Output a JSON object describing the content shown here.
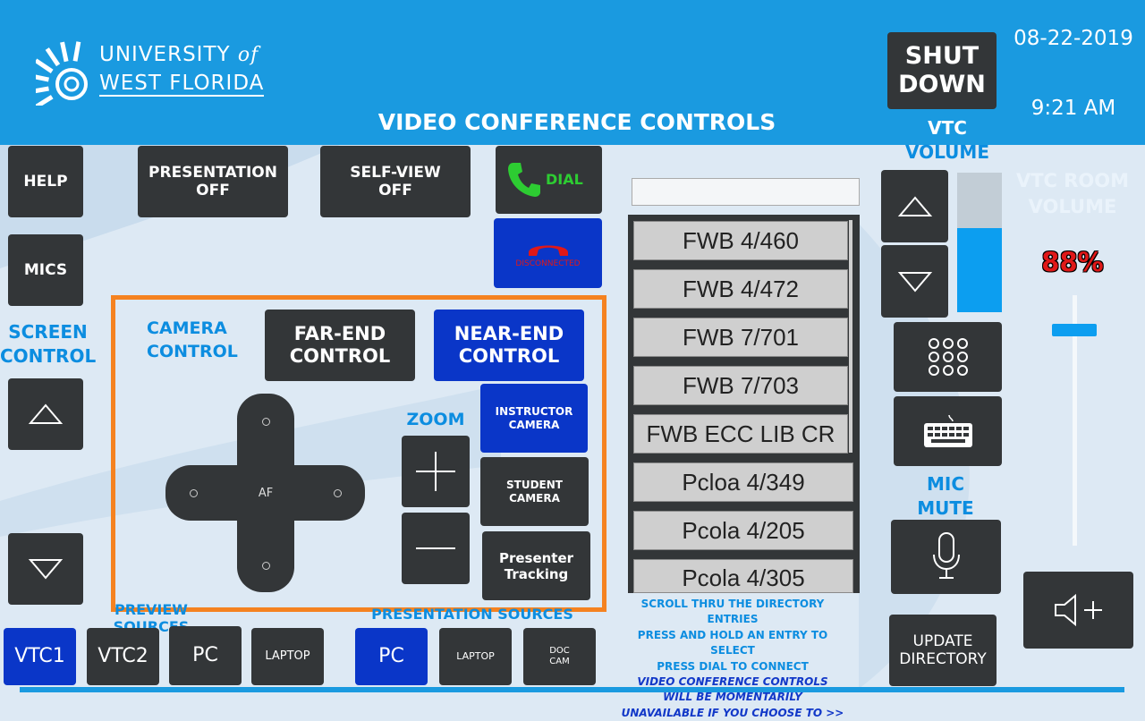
{
  "header": {
    "logo_line1": "UNIVERSITY",
    "logo_of": "of",
    "logo_line2": "WEST FLORIDA",
    "title": "VIDEO CONFERENCE CONTROLS",
    "date": "08-22-2019",
    "time": "9:21 AM",
    "shutdown_line1": "SHUT",
    "shutdown_line2": "DOWN"
  },
  "left": {
    "help": "HELP",
    "mics": "MICS",
    "screen_control_line1": "SCREEN",
    "screen_control_line2": "CONTROL"
  },
  "top_buttons": {
    "presentation_line1": "PRESENTATION",
    "presentation_line2": "OFF",
    "selfview_line1": "SELF-VIEW",
    "selfview_line2": "OFF",
    "dial": "DIAL",
    "disconnected": "DISCONNECTED"
  },
  "camera": {
    "label_line1": "CAMERA",
    "label_line2": "CONTROL",
    "far_end_line1": "FAR-END",
    "far_end_line2": "CONTROL",
    "near_end_line1": "NEAR-END",
    "near_end_line2": "CONTROL",
    "af": "AF",
    "zoom": "ZOOM",
    "instructor_line1": "INSTRUCTOR",
    "instructor_line2": "CAMERA",
    "student_line1": "STUDENT",
    "student_line2": "CAMERA",
    "presenter_line1": "Presenter",
    "presenter_line2": "Tracking"
  },
  "directory": {
    "search_value": "",
    "entries": [
      "FWB 4/460",
      "FWB 4/472",
      "FWB 7/701",
      "FWB 7/703",
      "FWB ECC LIB CR",
      "Pcloa 4/349",
      "Pcola 4/205",
      "Pcola 4/305"
    ],
    "note_line1": "SCROLL THRU THE DIRECTORY ENTRIES",
    "note_line2": "PRESS AND HOLD AN ENTRY TO SELECT",
    "note_line3": "PRESS DIAL TO CONNECT",
    "note_line4": "VIDEO CONFERENCE CONTROLS",
    "note_line5": "WILL BE MOMENTARILY",
    "note_line6": "UNAVAILABLE IF YOU CHOOSE TO >>",
    "update_line1": "UPDATE",
    "update_line2": "DIRECTORY"
  },
  "vtc": {
    "volume_line1": "VTC",
    "volume_line2": "VOLUME",
    "volume_level": 0.6,
    "room_volume_line1": "VTC ROOM",
    "room_volume_line2": "VOLUME",
    "room_volume_value": "88%",
    "mic_mute_line1": "MIC",
    "mic_mute_line2": "MUTE"
  },
  "sources": {
    "preview_label": "PREVIEW SOURCES",
    "presentation_label": "PRESENTATION SOURCES",
    "preview": [
      "VTC1",
      "VTC2",
      "PC",
      "LAPTOP"
    ],
    "presentation": [
      "PC",
      "LAPTOP"
    ],
    "doc_cam_line1": "DOC",
    "doc_cam_line2": "CAM"
  },
  "colors": {
    "header_blue": "#1a9ae0",
    "accent_blue": "#0c8de0",
    "active_button": "#0a36c8",
    "button_dark": "#333638",
    "highlight_orange": "#f58220",
    "dial_green": "#2dcc32",
    "hangup_red": "#e01818"
  }
}
